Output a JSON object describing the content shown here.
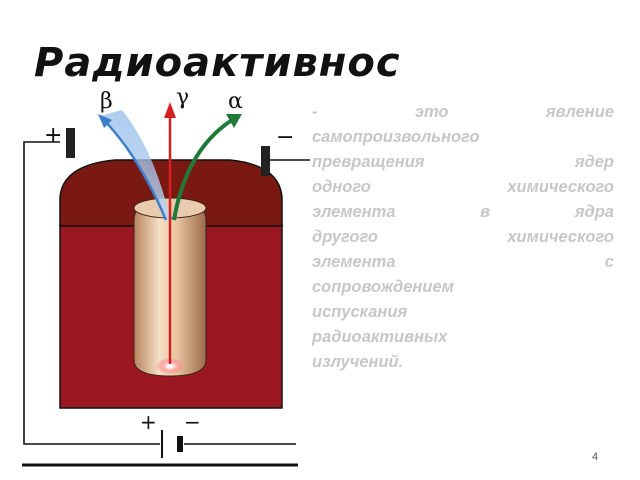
{
  "slide": {
    "title": "Радиоактивнос",
    "description_lines": [
      "- это явление",
      "самопроизвольного",
      "превращения ядер",
      "одного химического",
      "элемента в ядра",
      "другого химического",
      "элемента с",
      "сопровождением",
      "испускания",
      "радиоактивных",
      "излучений."
    ],
    "page_number": "4"
  },
  "diagram": {
    "labels": {
      "beta": "β",
      "gamma": "γ",
      "alpha": "α",
      "plate_left_sign": "+",
      "plate_right_sign": "−",
      "battery_plus": "+",
      "battery_minus": "−"
    },
    "colors": {
      "block": "#9b1722",
      "dome": "#7a1812",
      "beta_ray": "#5c8fd6",
      "gamma_ray": "#d42020",
      "alpha_ray": "#1f7a3a"
    }
  }
}
